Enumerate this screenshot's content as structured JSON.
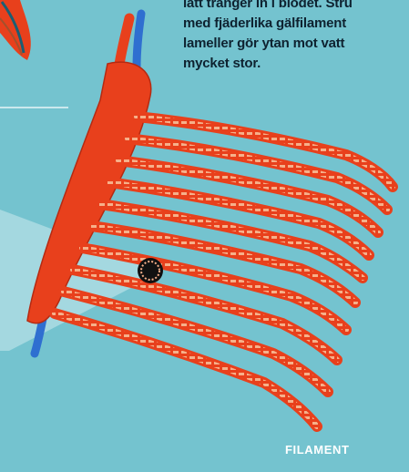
{
  "caption": {
    "line1": "lätt tränger in i blodet. Stru",
    "line2": "med fjäderlika gälfilament",
    "line3": "lameller gör ytan mot vatt",
    "line4": "mycket stor."
  },
  "labels": {
    "filament": "FILAMENT"
  },
  "colors": {
    "background": "#74c3cf",
    "filament_red": "#e8401c",
    "filament_dark": "#b52a12",
    "lamella_stripe": "#f6b08a",
    "vein_blue": "#2f6fd0",
    "text_dark": "#0e2230"
  }
}
